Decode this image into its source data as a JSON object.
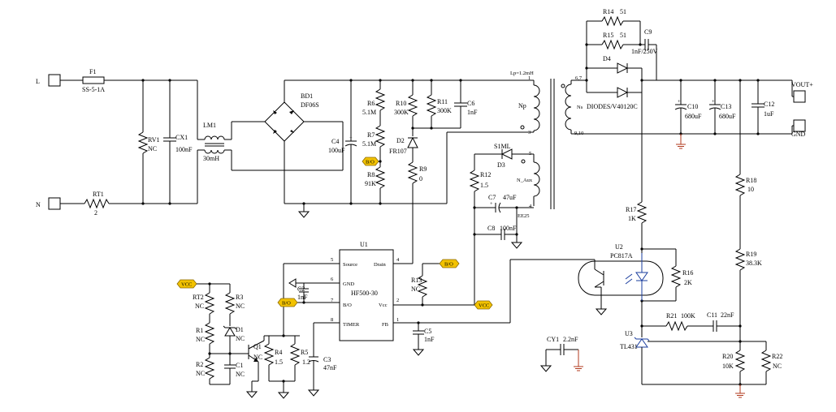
{
  "labels": {
    "L": "L",
    "N": "N",
    "F1": "F1",
    "F1_val": "SS-5-1A",
    "RT1": "RT1",
    "RT1_val": "2",
    "RV1": "RV1",
    "RV1_val": "NC",
    "CX1": "CX1",
    "CX1_val": "100nF",
    "LM1": "LM1",
    "LM1_val": "30mH",
    "BD1": "BD1",
    "BD1_val": "DF06S",
    "C4": "C4",
    "C4_val": "100uF",
    "R6": "R6",
    "R6_val": "5.1M",
    "R7": "R7",
    "R7_val": "5.1M",
    "R8": "R8",
    "R8_val": "91K",
    "R10": "R10",
    "R10_val": "300K",
    "R11": "R11",
    "R11_val": "300K",
    "C6": "C6",
    "C6_val": "1nF",
    "D2": "D2",
    "D2_val": "FR107",
    "R9": "R9",
    "R9_val": "0",
    "Lp": "Lp=1.2mH",
    "Np": "Np",
    "Ns": "Ns",
    "N_Aux": "N_Aux",
    "EE25": "EE25",
    "pin1": "1",
    "pin3": "3",
    "pin4": "4",
    "pin5": "5",
    "pin67": "6,7",
    "pin910": "9,10",
    "S1ML": "S1ML",
    "D3": "D3",
    "R12": "R12",
    "R12_val": "1.5",
    "C7": "C7",
    "C7_val": "47uF",
    "C8": "C8",
    "C8_val": "100nF",
    "R14": "R14",
    "R14_val": "51",
    "R15": "R15",
    "R15_val": "51",
    "C9": "C9",
    "C9_val": "1nF/250V",
    "D4": "D4",
    "D4_val": "DIODES/V40120C",
    "C10": "C10",
    "C10_val": "680uF",
    "C13": "C13",
    "C13_val": "680uF",
    "C12": "C12",
    "C12_val": "1uF",
    "VOUT": "VOUT+",
    "GND": "GND",
    "R18": "R18",
    "R18_val": "10",
    "R17": "R17",
    "R17_val": "1K",
    "R19": "R19",
    "R19_val": "38.3K",
    "U2": "U2",
    "U2_val": "PC817A",
    "R16": "R16",
    "R16_val": "2K",
    "R21": "R21",
    "R21_val": "100K",
    "C11": "C11",
    "C11_val": "22nF",
    "U3": "U3",
    "U3_val": "TL431",
    "R20": "R20",
    "R20_val": "10K",
    "R22": "R22",
    "R22_val": "NC",
    "CY1": "CY1",
    "CY1_val": "2.2nF",
    "U1": "U1",
    "U1_val": "HF500-30",
    "U1_source": "Source",
    "U1_drain": "Drain",
    "U1_gnd": "GND",
    "U1_bo": "B/O",
    "U1_vcc": "Vcc",
    "U1_timer": "TIMER",
    "U1_fb": "FB",
    "U1_p5": "5",
    "U1_p4": "4",
    "U1_p6": "6",
    "U1_p7": "7",
    "U1_p2": "2",
    "U1_p8": "8",
    "U1_p1": "1",
    "C2": "C2",
    "C2_val": "1nF",
    "R13": "R13",
    "R13_val": "NC",
    "C5": "C5",
    "C5_val": "1nF",
    "RT2": "RT2",
    "RT2_val": "NC",
    "R3": "R3",
    "R3_val": "NC",
    "R1": "R1",
    "R1_val": "NC",
    "D1": "D1",
    "D1_val": "NC",
    "R2": "R2",
    "R2_val": "NC",
    "C1": "C1",
    "C1_val": "NC",
    "Q1": "Q1",
    "Q1_val": "NC",
    "R4": "R4",
    "R4_val": "1.5",
    "R5": "R5",
    "R5_val": "1.2",
    "C3": "C3",
    "C3_val": "47nF"
  },
  "nets": {
    "bo": "B/O",
    "vcc": "VCC"
  },
  "colors": {
    "wire": "#000000",
    "ground": "#b03a1e",
    "net_flag": "#f2c200",
    "optocoupler_led": "#1a3d9e"
  }
}
